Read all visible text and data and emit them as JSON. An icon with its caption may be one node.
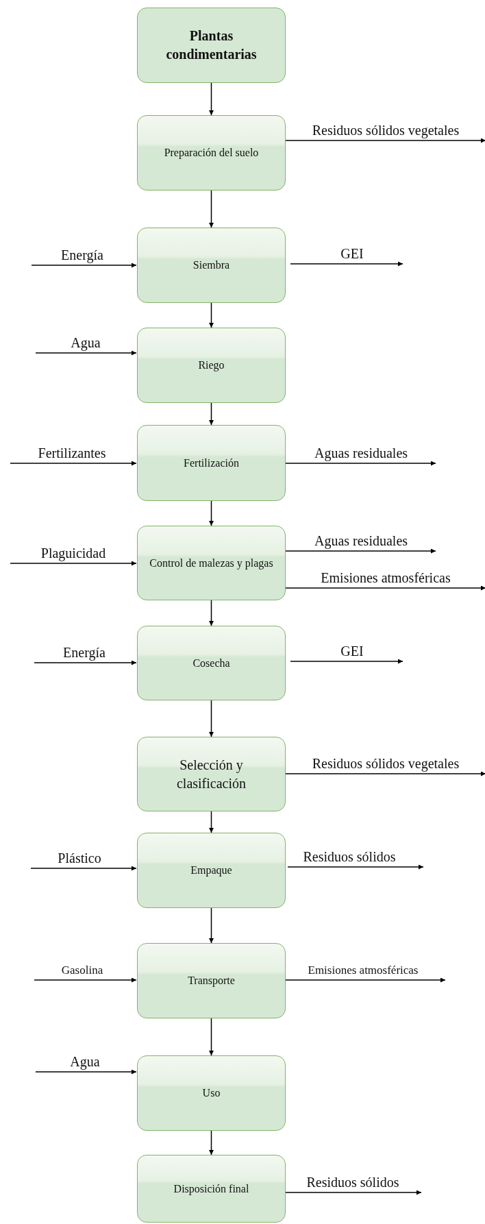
{
  "diagram": {
    "nodes": [
      {
        "text": [
          "Plantas condimentarias"
        ]
      },
      {
        "text": [
          "Preparación del suelo"
        ]
      },
      {
        "text": [
          "Siembra"
        ]
      },
      {
        "text": [
          "Riego"
        ]
      },
      {
        "text": [
          "Fertilización"
        ]
      },
      {
        "text": [
          "Control de malezas y plagas"
        ]
      },
      {
        "text": [
          "Cosecha"
        ]
      },
      {
        "text": [
          "Selección y clasificación"
        ]
      },
      {
        "text": [
          "Empaque"
        ]
      },
      {
        "text": [
          "Transporte"
        ]
      },
      {
        "text": [
          "Uso"
        ]
      },
      {
        "text": [
          "Disposición final"
        ]
      }
    ],
    "edges": [
      {
        "from": 0,
        "to": 1,
        "arrow": "to"
      },
      {
        "from": 1,
        "to": 2,
        "arrow": "to"
      },
      {
        "from": 2,
        "to": 3,
        "arrow": "to"
      },
      {
        "from": 3,
        "to": 4,
        "arrow": "to"
      },
      {
        "from": 4,
        "to": 5,
        "arrow": "to"
      },
      {
        "from": 5,
        "to": 6,
        "arrow": "to"
      },
      {
        "from": 6,
        "to": 7,
        "arrow": "to"
      },
      {
        "from": 7,
        "to": 8,
        "arrow": "to"
      },
      {
        "from": 8,
        "to": 9,
        "arrow": "to"
      },
      {
        "from": 9,
        "to": 10,
        "arrow": "to"
      },
      {
        "from": 10,
        "to": 11,
        "arrow": "to"
      },
      {
        "from": 1,
        "to": null,
        "arrow": "to",
        "label": "Residuos sólidos vegetales"
      },
      {
        "from": null,
        "to": 2,
        "arrow": "to",
        "label": "Energía"
      },
      {
        "from": 2,
        "to": null,
        "arrow": "to",
        "label": "GEI"
      },
      {
        "from": null,
        "to": 3,
        "arrow": "to",
        "label": "Agua"
      },
      {
        "from": null,
        "to": 4,
        "arrow": "to",
        "label": "Fertilizantes"
      },
      {
        "from": 4,
        "to": null,
        "arrow": "to",
        "label": "Aguas residuales"
      },
      {
        "from": null,
        "to": 5,
        "arrow": "to",
        "label": "Plaguicidad"
      },
      {
        "from": 5,
        "to": null,
        "arrow": "to",
        "label": "Aguas residuales"
      },
      {
        "from": 5,
        "to": null,
        "arrow": "to",
        "label": "Emisiones atmosféricas"
      },
      {
        "from": null,
        "to": 6,
        "arrow": "to",
        "label": "Energía"
      },
      {
        "from": 6,
        "to": null,
        "arrow": "to",
        "label": "GEI"
      },
      {
        "from": 7,
        "to": null,
        "arrow": "to",
        "label": "Residuos sólidos vegetales"
      },
      {
        "from": null,
        "to": 8,
        "arrow": "to",
        "label": "Plástico"
      },
      {
        "from": 8,
        "to": null,
        "arrow": "to",
        "label": "Residuos sólidos"
      },
      {
        "from": null,
        "to": 9,
        "arrow": "to",
        "label": "Gasolina"
      },
      {
        "from": 9,
        "to": null,
        "arrow": "to",
        "label": "Emisiones atmosféricas"
      },
      {
        "from": null,
        "to": 10,
        "arrow": "to",
        "label": "Agua"
      },
      {
        "from": 11,
        "to": null,
        "arrow": "to",
        "label": "Residuos sólidos"
      }
    ]
  }
}
